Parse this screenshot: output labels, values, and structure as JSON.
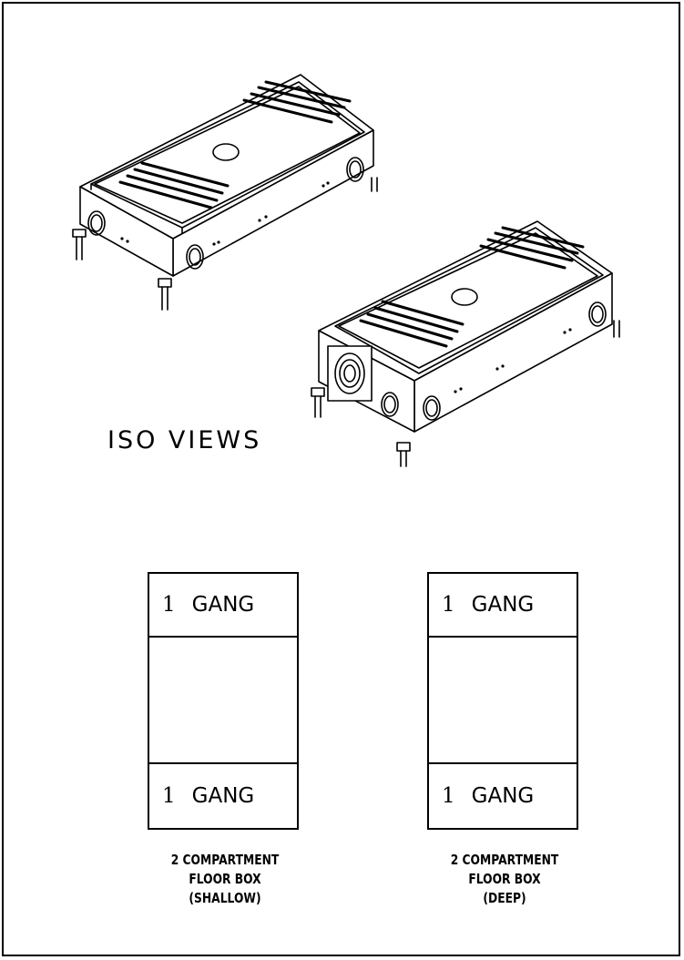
{
  "iso_label": "ISO VIEWS",
  "boxes": [
    {
      "top_label": {
        "num": "1",
        "word": "GANG"
      },
      "bottom_label": {
        "num": "1",
        "word": "GANG"
      },
      "caption": [
        "2 COMPARTMENT",
        "FLOOR BOX",
        "(SHALLOW)"
      ]
    },
    {
      "top_label": {
        "num": "1",
        "word": "GANG"
      },
      "bottom_label": {
        "num": "1",
        "word": "GANG"
      },
      "caption": [
        "2 COMPARTMENT",
        "FLOOR BOX",
        "(DEEP)"
      ]
    }
  ],
  "colors": {
    "line": "#000000",
    "background": "#ffffff"
  }
}
